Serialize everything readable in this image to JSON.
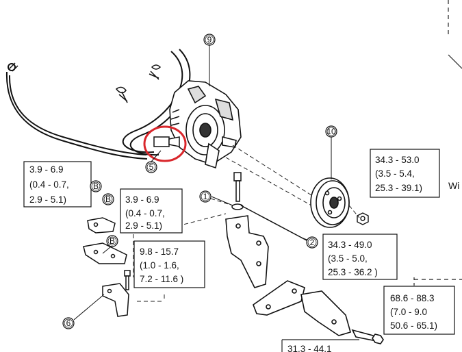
{
  "torque_specs": {
    "t1": [
      "3.9 - 6.9",
      "(0.4 - 0.7,",
      "2.9 - 5.1)"
    ],
    "t2": [
      "3.9 - 6.9",
      "(0.4 - 0.7,",
      "2.9 - 5.1)"
    ],
    "t3": [
      "9.8 - 15.7",
      "(1.0 - 1.6,",
      "7.2 - 11.6 )"
    ],
    "t4": [
      "34.3 - 53.0",
      "(3.5 - 5.4,",
      "25.3 - 39.1)"
    ],
    "t5": [
      "34.3 - 49.0",
      "(3.5 - 5.0,",
      "25.3 - 36.2 )"
    ],
    "t6": [
      "68.6 - 88.3",
      "(7.0 - 9.0",
      "50.6 - 65.1)"
    ],
    "t7": "31.3 - 44.1"
  },
  "callouts": {
    "c9": "9",
    "c10": "10",
    "c5": "5",
    "c1": "1",
    "c2": "2",
    "c6": "6",
    "b1": "B",
    "b2": "B",
    "b3": "B"
  },
  "side_text": "Wi",
  "colors": {
    "highlight": "#d9262b",
    "ink": "#111111"
  }
}
